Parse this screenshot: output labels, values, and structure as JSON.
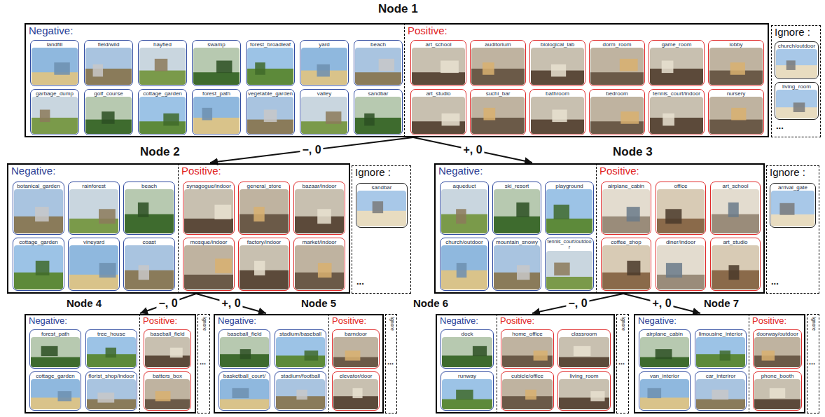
{
  "diagram": {
    "nodes": [
      {
        "text": [
          "Node 1"
        ]
      },
      {
        "text": [
          "Negative:"
        ],
        "in": 0
      },
      {
        "text": [
          "landfill"
        ],
        "in": 1
      },
      {
        "text": [
          "field/wild"
        ],
        "in": 1
      },
      {
        "text": [
          "hayfied"
        ],
        "in": 1
      },
      {
        "text": [
          "swamp"
        ],
        "in": 1
      },
      {
        "text": [
          "forest_broadleaf"
        ],
        "in": 1
      },
      {
        "text": [
          "yard"
        ],
        "in": 1
      },
      {
        "text": [
          "beach"
        ],
        "in": 1
      },
      {
        "text": [
          "garbage_dump"
        ],
        "in": 1
      },
      {
        "text": [
          "golf_course"
        ],
        "in": 1
      },
      {
        "text": [
          "cottage_garden"
        ],
        "in": 1
      },
      {
        "text": [
          "forest_path"
        ],
        "in": 1
      },
      {
        "text": [
          "vegetable_garden"
        ],
        "in": 1
      },
      {
        "text": [
          "valley"
        ],
        "in": 1
      },
      {
        "text": [
          "sandbar"
        ],
        "in": 1
      },
      {
        "text": [
          "Positive:"
        ],
        "in": 0
      },
      {
        "text": [
          "art_school"
        ],
        "in": 16
      },
      {
        "text": [
          "auditorium"
        ],
        "in": 16
      },
      {
        "text": [
          "biological_lab"
        ],
        "in": 16
      },
      {
        "text": [
          "dorm_room"
        ],
        "in": 16
      },
      {
        "text": [
          "game_room"
        ],
        "in": 16
      },
      {
        "text": [
          "lobby"
        ],
        "in": 16
      },
      {
        "text": [
          "art_studio"
        ],
        "in": 16
      },
      {
        "text": [
          "suchi_bar"
        ],
        "in": 16
      },
      {
        "text": [
          "bathroom"
        ],
        "in": 16
      },
      {
        "text": [
          "bedroom"
        ],
        "in": 16
      },
      {
        "text": [
          "tennis_court/indoor"
        ],
        "in": 16
      },
      {
        "text": [
          "nursery"
        ],
        "in": 16
      },
      {
        "text": [
          "Ignore :",
          "..."
        ],
        "in": 0
      },
      {
        "text": [
          "church/outdoor"
        ],
        "in": 29
      },
      {
        "text": [
          "living_room"
        ],
        "in": 29
      },
      {
        "text": [
          "Node 2"
        ]
      },
      {
        "text": [
          "Negative:"
        ],
        "in": 32
      },
      {
        "text": [
          "botanical_garden"
        ],
        "in": 33
      },
      {
        "text": [
          "rainforest"
        ],
        "in": 33
      },
      {
        "text": [
          "beach"
        ],
        "in": 33
      },
      {
        "text": [
          "cottage_garden"
        ],
        "in": 33
      },
      {
        "text": [
          "vineyard"
        ],
        "in": 33
      },
      {
        "text": [
          "coast"
        ],
        "in": 33
      },
      {
        "text": [
          "Positive:"
        ],
        "in": 32
      },
      {
        "text": [
          "synagogue/indoor"
        ],
        "in": 40
      },
      {
        "text": [
          "general_store"
        ],
        "in": 40
      },
      {
        "text": [
          "bazaar/indoor"
        ],
        "in": 40
      },
      {
        "text": [
          "mosque/indoor"
        ],
        "in": 40
      },
      {
        "text": [
          "factory/indoor"
        ],
        "in": 40
      },
      {
        "text": [
          "market/indoor"
        ],
        "in": 40
      },
      {
        "text": [
          "Ignore :",
          "..."
        ],
        "in": 32
      },
      {
        "text": [
          "sandbar"
        ],
        "in": 47
      },
      {
        "text": [
          "Node 3"
        ]
      },
      {
        "text": [
          "Negative:"
        ],
        "in": 49
      },
      {
        "text": [
          "aqueduct"
        ],
        "in": 50
      },
      {
        "text": [
          "ski_resort"
        ],
        "in": 50
      },
      {
        "text": [
          "playground"
        ],
        "in": 50
      },
      {
        "text": [
          "church/outdoor"
        ],
        "in": 50
      },
      {
        "text": [
          "mountain_snowy"
        ],
        "in": 50
      },
      {
        "text": [
          "tennis_court/outdoor"
        ],
        "in": 50
      },
      {
        "text": [
          "Positive:"
        ],
        "in": 49
      },
      {
        "text": [
          "airplane_cabin"
        ],
        "in": 57
      },
      {
        "text": [
          "office"
        ],
        "in": 57
      },
      {
        "text": [
          "art_school"
        ],
        "in": 57
      },
      {
        "text": [
          "coffee_shop"
        ],
        "in": 57
      },
      {
        "text": [
          "diner/indoor"
        ],
        "in": 57
      },
      {
        "text": [
          "art_studio"
        ],
        "in": 57
      },
      {
        "text": [
          "Ignore :",
          "..."
        ],
        "in": 49
      },
      {
        "text": [
          "arrival_gate"
        ],
        "in": 64
      },
      {
        "text": [
          "Node 4"
        ]
      },
      {
        "text": [
          "Negative:"
        ],
        "in": 66
      },
      {
        "text": [
          "forest_path"
        ],
        "in": 67
      },
      {
        "text": [
          "tree_house"
        ],
        "in": 67
      },
      {
        "text": [
          "cottage_garden"
        ],
        "in": 67
      },
      {
        "text": [
          "florist_shop/indoor"
        ],
        "in": 67
      },
      {
        "text": [
          "Positive:"
        ],
        "in": 66
      },
      {
        "text": [
          "baseball_field"
        ],
        "in": 72
      },
      {
        "text": [
          "batters_box"
        ],
        "in": 72
      },
      {
        "text": [
          "Ignore",
          "..."
        ],
        "in": 66
      },
      {
        "text": [
          "Node 5"
        ]
      },
      {
        "text": [
          "Negative:"
        ],
        "in": 76
      },
      {
        "text": [
          "baseball_field"
        ],
        "in": 77
      },
      {
        "text": [
          "stadium/baseball"
        ],
        "in": 77
      },
      {
        "text": [
          "basketball_court/"
        ],
        "in": 77
      },
      {
        "text": [
          "stadium/football"
        ],
        "in": 77
      },
      {
        "text": [
          "Positive:"
        ],
        "in": 76
      },
      {
        "text": [
          "barndoor"
        ],
        "in": 82
      },
      {
        "text": [
          "elevator/door"
        ],
        "in": 82
      },
      {
        "text": [
          "Ignore",
          "..."
        ],
        "in": 76
      },
      {
        "text": [
          "Node 6"
        ]
      },
      {
        "text": [
          "Negative:"
        ],
        "in": 86
      },
      {
        "text": [
          "dock"
        ],
        "in": 87
      },
      {
        "text": [
          "runway"
        ],
        "in": 87
      },
      {
        "text": [
          "Positive:"
        ],
        "in": 86
      },
      {
        "text": [
          "home_office"
        ],
        "in": 90
      },
      {
        "text": [
          "classroom"
        ],
        "in": 90
      },
      {
        "text": [
          "cubicle/office"
        ],
        "in": 90
      },
      {
        "text": [
          "living_room"
        ],
        "in": 90
      },
      {
        "text": [
          "Ignore",
          "..."
        ],
        "in": 86
      },
      {
        "text": [
          "Node 7"
        ]
      },
      {
        "text": [
          "Negative:"
        ],
        "in": 96
      },
      {
        "text": [
          "airplane_cabin"
        ],
        "in": 97
      },
      {
        "text": [
          "limousine_interior"
        ],
        "in": 97
      },
      {
        "text": [
          "van_interior"
        ],
        "in": 97
      },
      {
        "text": [
          "car_interiror"
        ],
        "in": 97
      },
      {
        "text": [
          "Positive:"
        ],
        "in": 96
      },
      {
        "text": [
          "doorway/outdoor"
        ],
        "in": 102
      },
      {
        "text": [
          "phone_booth"
        ],
        "in": 102
      },
      {
        "text": [
          "Ignore",
          "..."
        ],
        "in": 96
      }
    ],
    "edges": [
      {
        "from": 0,
        "to": 32,
        "label": "−, 0",
        "arrow": "to"
      },
      {
        "from": 0,
        "to": 49,
        "label": "+, 0",
        "arrow": "to"
      },
      {
        "from": 32,
        "to": 66,
        "label": "−, 0",
        "arrow": "to"
      },
      {
        "from": 32,
        "to": 76,
        "label": "+, 0",
        "arrow": "to"
      },
      {
        "from": 49,
        "to": 86,
        "label": "−, 0",
        "arrow": "to"
      },
      {
        "from": 49,
        "to": 96,
        "label": "+, 0",
        "arrow": "to"
      }
    ]
  }
}
